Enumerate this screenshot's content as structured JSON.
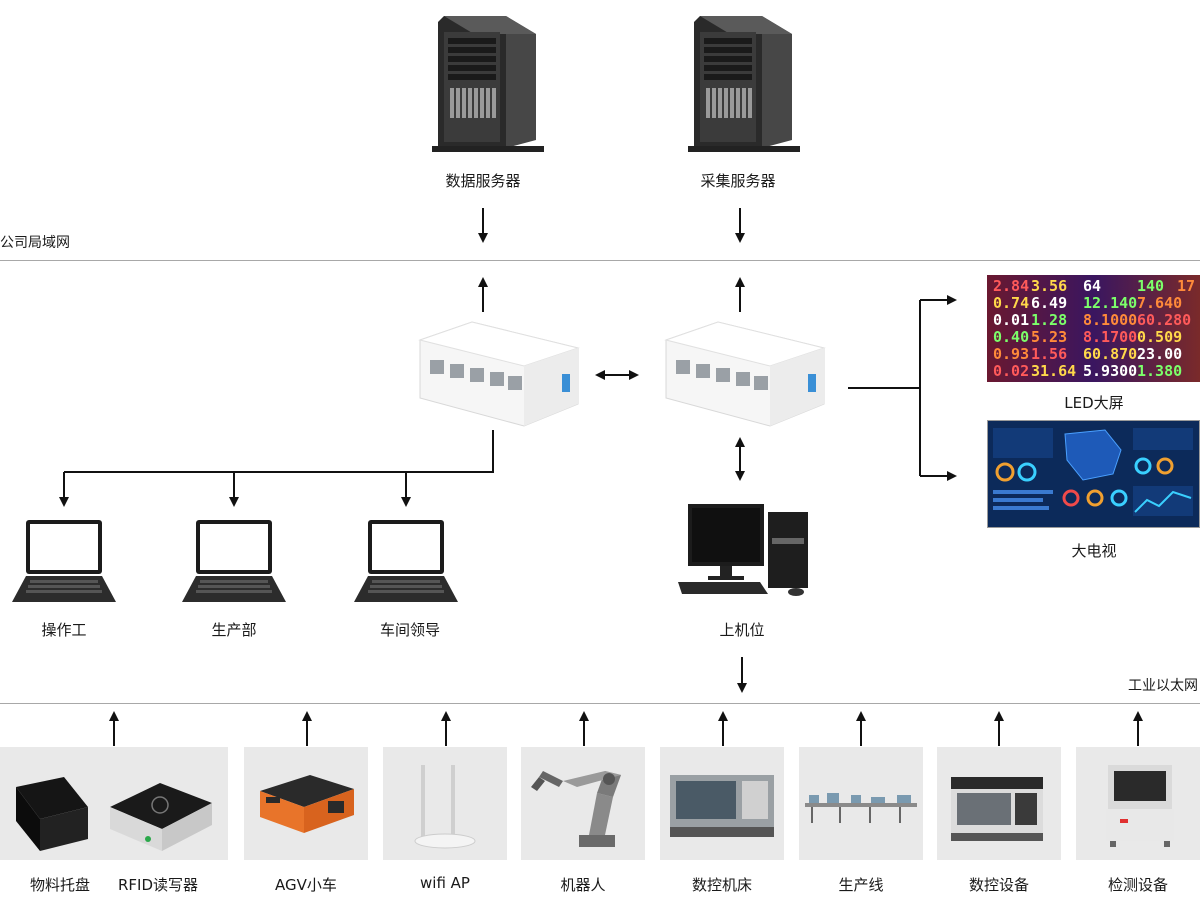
{
  "servers": {
    "data_label": "数据服务器",
    "collect_label": "采集服务器"
  },
  "networks": {
    "company_lan": "公司局域网",
    "industrial_ethernet": "工业以太网"
  },
  "terminals": {
    "operator": "操作工",
    "production_dept": "生产部",
    "workshop_lead": "车间领导",
    "host_pc": "上机位"
  },
  "displays": {
    "led_screen": "LED大屏",
    "big_tv": "大电视"
  },
  "devices": {
    "tray": "物料托盘",
    "rfid": "RFID读写器",
    "agv": "AGV小车",
    "wifi": "wifi AP",
    "robot": "机器人",
    "cnc_lathe": "数控机床",
    "line": "生产线",
    "cnc_equipment": "数控设备",
    "inspection": "检测设备"
  },
  "led_ticker": [
    [
      "2.84",
      "3.56",
      "64",
      "140",
      "17"
    ],
    [
      "0.74",
      "6.49",
      "12.140",
      "7.640"
    ],
    [
      "0.01",
      "1.28",
      "8.1000",
      "60.280"
    ],
    [
      "0.40",
      "5.23",
      "8.1700",
      "0.509"
    ],
    [
      "0.93",
      "1.56",
      "60.870",
      "23.00"
    ],
    [
      "0.02",
      "31.64",
      "5.9300",
      "1.380"
    ]
  ],
  "colors": {
    "line": "#111111",
    "divider": "#a8a8a8",
    "tile_bg": "#e9e9e9",
    "accent_orange": "#e8742a",
    "screen_blue": "#0c2a5a"
  }
}
